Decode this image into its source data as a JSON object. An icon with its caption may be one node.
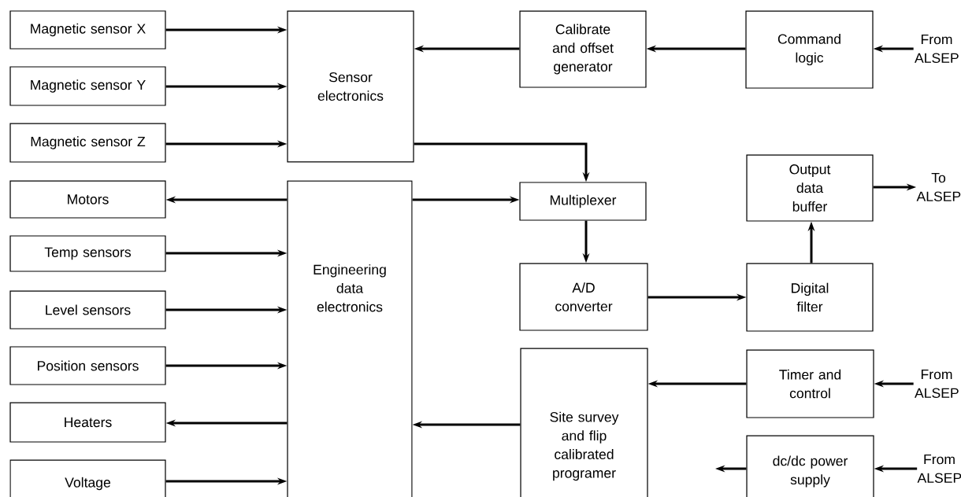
{
  "diagram": {
    "nodes": [
      {
        "text": [
          "Magnetic sensor X"
        ]
      },
      {
        "text": [
          "Sensor electronics"
        ]
      },
      {
        "text": [
          "Calibrate and offset generator"
        ]
      },
      {
        "text": [
          "Command logic"
        ]
      },
      {
        "text": [
          "From ALSEP"
        ]
      },
      {
        "text": [
          "Magnetic sensor Y"
        ]
      },
      {
        "text": [
          "Magnetic sensor Z"
        ]
      },
      {
        "text": [
          "Motors"
        ]
      },
      {
        "text": [
          "Engineering data electronics"
        ]
      },
      {
        "text": [
          "Multiplexer"
        ]
      },
      {
        "text": [
          "Output data buffer"
        ]
      },
      {
        "text": [
          "To ALSEP"
        ]
      },
      {
        "text": [
          "Temp sensors"
        ]
      },
      {
        "text": [
          "A/D converter"
        ]
      },
      {
        "text": [
          "Digital filter"
        ]
      },
      {
        "text": [
          "Level sensors"
        ]
      },
      {
        "text": [
          "Position sensors"
        ]
      },
      {
        "text": [
          "Site survey and flip calibrated programer"
        ]
      },
      {
        "text": [
          "Timer and control"
        ]
      },
      {
        "text": [
          "From ALSEP"
        ]
      },
      {
        "text": [
          "Heaters"
        ]
      },
      {
        "text": [
          "dc/dc power supply"
        ]
      },
      {
        "text": [
          "From ALSEP"
        ]
      },
      {
        "text": [
          "Voltage"
        ]
      }
    ],
    "edges": [
      {
        "from": 0,
        "to": 1,
        "arrow": "to"
      },
      {
        "from": 5,
        "to": 1,
        "arrow": "to"
      },
      {
        "from": 6,
        "to": 1,
        "arrow": "to"
      },
      {
        "from": 2,
        "to": 1,
        "arrow": "to"
      },
      {
        "from": 3,
        "to": 2,
        "arrow": "to"
      },
      {
        "from": 4,
        "to": 3,
        "arrow": "to"
      },
      {
        "from": 1,
        "to": 9,
        "arrow": "to"
      },
      {
        "from": 8,
        "to": 7,
        "arrow": "to"
      },
      {
        "from": 8,
        "to": 9,
        "arrow": "to"
      },
      {
        "from": 12,
        "to": 8,
        "arrow": "to"
      },
      {
        "from": 15,
        "to": 8,
        "arrow": "to"
      },
      {
        "from": 16,
        "to": 8,
        "arrow": "to"
      },
      {
        "from": 8,
        "to": 20,
        "arrow": "to"
      },
      {
        "from": 23,
        "to": 8,
        "arrow": "to"
      },
      {
        "from": 9,
        "to": 13,
        "arrow": "to"
      },
      {
        "from": 13,
        "to": 14,
        "arrow": "to"
      },
      {
        "from": 14,
        "to": 10,
        "arrow": "to"
      },
      {
        "from": 10,
        "to": 11,
        "arrow": "to"
      },
      {
        "from": 19,
        "to": 18,
        "arrow": "to"
      },
      {
        "from": 18,
        "to": 17,
        "arrow": "to"
      },
      {
        "from": 17,
        "to": 8,
        "arrow": "to"
      },
      {
        "from": 22,
        "to": 21,
        "arrow": "to"
      },
      {
        "from": 21,
        "to": null,
        "arrow": "to"
      }
    ]
  }
}
